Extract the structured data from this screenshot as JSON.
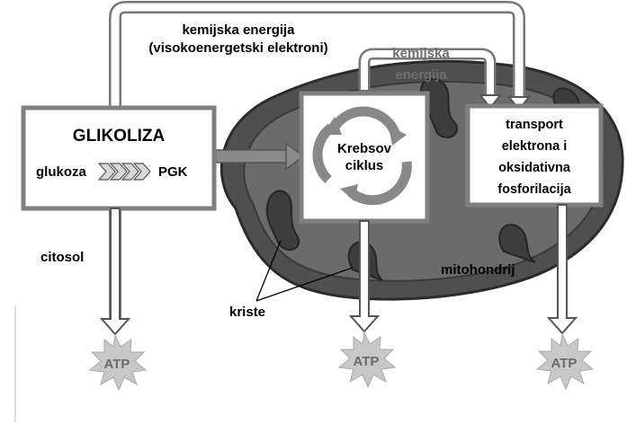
{
  "labels": {
    "top_line1": "kemijska energija",
    "top_line2": "(visokoenergetski elektroni)",
    "inner_line1": "kemijska",
    "inner_line2": "energija",
    "glycolysis_title": "GLIKOLIZA",
    "glucose": "glukoza",
    "pgk": "PGK",
    "krebs_line1": "Krebsov",
    "krebs_line2": "ciklus",
    "transport_line1": "transport",
    "transport_line2": "elektrona i",
    "transport_line3": "oksidativna",
    "transport_line4": "fosforilacija",
    "cytosol": "citosol",
    "cristae": "kriste",
    "mitochondrion": "mitohondrij",
    "atp_1": "ATP",
    "atp_2": "ATP",
    "atp_3": "ATP"
  },
  "colors": {
    "mitochondrion_fill": "#555555",
    "mitochondrion_inner": "#4a4a4a",
    "box_border": "#808080",
    "arrow_fill": "#ffffff",
    "atp_burst": "#c8c8c8",
    "text": "#000000",
    "text_faded": "#6e6e6e"
  }
}
